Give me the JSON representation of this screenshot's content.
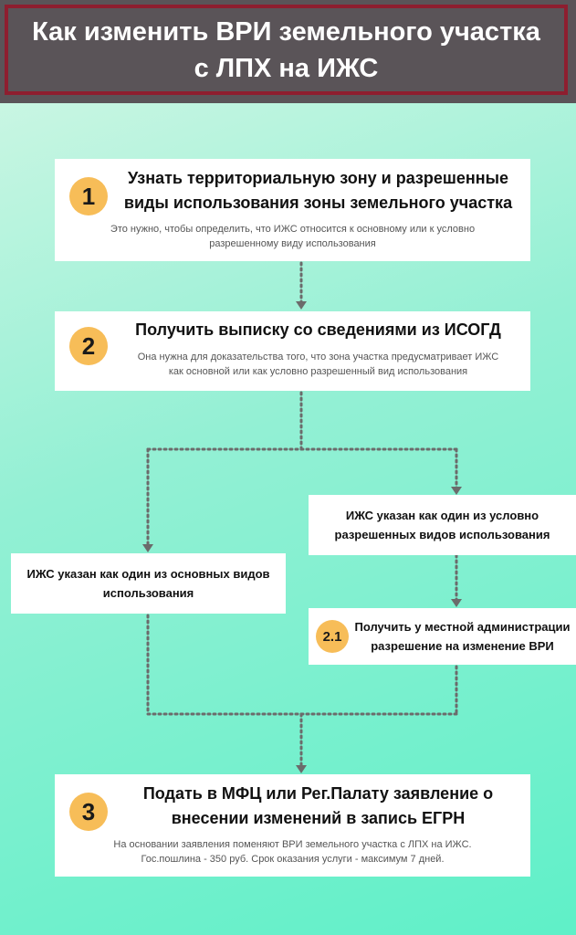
{
  "header": {
    "title": "Как изменить ВРИ земельного участка\nс ЛПХ на ИЖС"
  },
  "steps": [
    {
      "number": "1",
      "title": "Узнать территориальную зону и разрешенные\nвиды использования зоны земельного участка",
      "description": "Это нужно, чтобы определить, что ИЖС относится к основному или к условно\nразрешенному виду использования"
    },
    {
      "number": "2",
      "title": "Получить выписку со сведениями из ИСОГД",
      "description": "Она нужна для доказательства того, что зона участка предусматривает ИЖС\nкак основной или как условно разрешенный вид использования"
    },
    {
      "number": "3",
      "title": "Подать в МФЦ или Рег.Палату заявление о\nвнесении изменений в запись ЕГРН",
      "description": "На основании заявления поменяют ВРИ земельного участка с ЛПХ на ИЖС.\nГос.пошлина - 350 руб. Срок оказания услуги - максимум 7 дней."
    }
  ],
  "branches": {
    "main_use": "ИЖС указан как один из основных видов\nиспользования",
    "conditional_use": "ИЖС указан как один из условно\nразрешенных видов использования"
  },
  "substep": {
    "number": "2.1",
    "title": "Получить у местной администрации\nразрешение на изменение ВРИ"
  },
  "colors": {
    "header_bg": "#5a5458",
    "header_border": "#8e1e2f",
    "badge": "#f7bd58",
    "connector": "#6b6b6b"
  }
}
